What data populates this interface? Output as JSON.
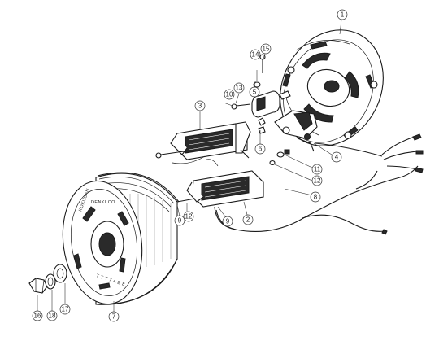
{
  "diagram": {
    "part_numbers": [
      "1",
      "2",
      "3",
      "4",
      "5",
      "6",
      "7",
      "8",
      "9",
      "10",
      "11",
      "12",
      "13",
      "14",
      "15",
      "16",
      "17",
      "18"
    ],
    "extra_labels": {
      "label_9b": "9",
      "label_12b": "12"
    },
    "flywheel_markings": {
      "brand": "DENKI CO",
      "vertical": "KOKUSAN",
      "code": "T T T 7 A B 8"
    }
  }
}
